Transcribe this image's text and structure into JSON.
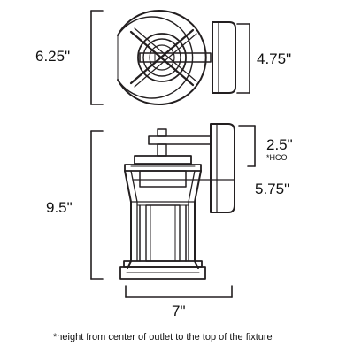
{
  "dimensions": {
    "top_height": "6.25\"",
    "top_depth": "4.75\"",
    "overall_height": "9.5\"",
    "hco": "2.5\"",
    "hco_note": "*HCO",
    "backplate_height": "5.75\"",
    "width": "7\""
  },
  "footnote": "*height from center of outlet to the top of the fixture",
  "colors": {
    "line": "#231f20",
    "background": "#ffffff"
  }
}
